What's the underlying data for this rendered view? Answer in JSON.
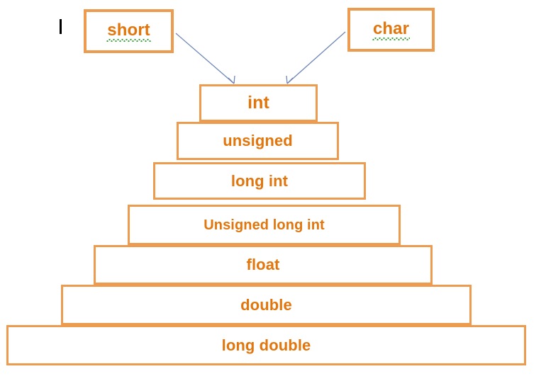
{
  "diagram": {
    "title": "C data type hierarchy pyramid",
    "colors": {
      "box_border": "#ED9B4F",
      "text": "#E2760C",
      "arrow": "#6E86B8",
      "spellcheck_underline": "#2FA12F",
      "caret": "#000000",
      "background": "#FFFFFF"
    },
    "callouts": [
      {
        "id": "short",
        "label": "short",
        "spellcheck_underline": true
      },
      {
        "id": "char",
        "label": "char",
        "spellcheck_underline": true
      }
    ],
    "arrows": [
      {
        "from": "short",
        "to": "int",
        "style": "thin-line-arrow"
      },
      {
        "from": "char",
        "to": "int",
        "style": "thin-line-arrow"
      }
    ],
    "pyramid": {
      "tiers": [
        {
          "level": 1,
          "label": "int"
        },
        {
          "level": 2,
          "label": "unsigned"
        },
        {
          "level": 3,
          "label": "long int"
        },
        {
          "level": 4,
          "label": "Unsigned long int"
        },
        {
          "level": 5,
          "label": "float"
        },
        {
          "level": 6,
          "label": "double"
        },
        {
          "level": 7,
          "label": "long double"
        }
      ]
    },
    "caret": {
      "visible": true
    }
  }
}
